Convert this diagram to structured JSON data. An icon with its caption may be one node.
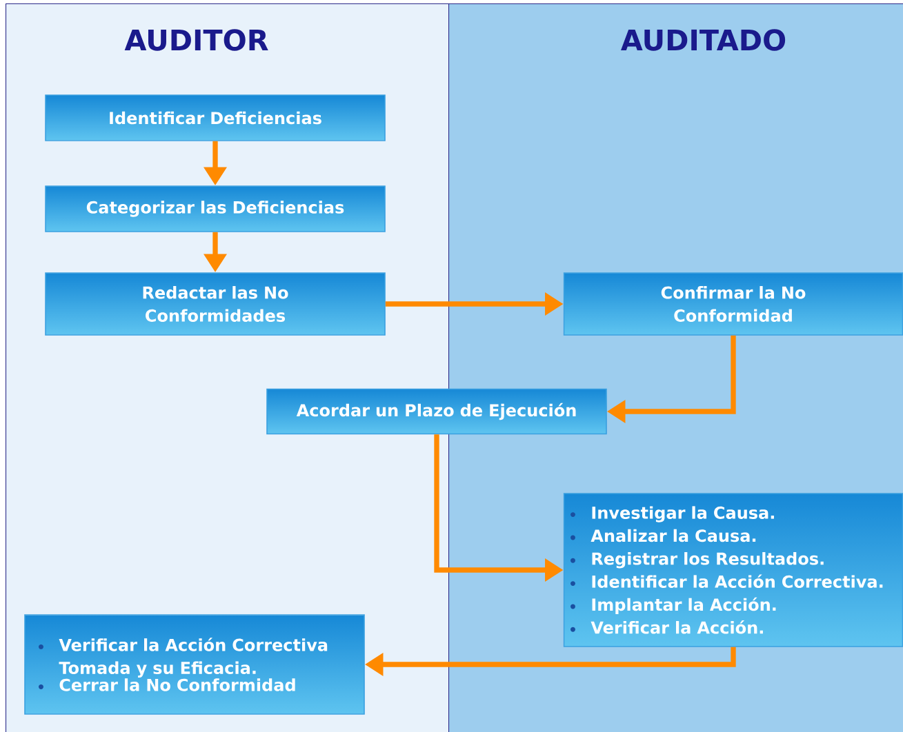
{
  "diagram": {
    "nodes": [
      {
        "text": [
          "AUDITOR"
        ]
      },
      {
        "text": [
          "Identificar Deficiencias"
        ],
        "in": 0
      },
      {
        "text": [
          "Categorizar las Deficiencias"
        ],
        "in": 0
      },
      {
        "text": [
          "Redactar las No Conformidades"
        ],
        "in": 0
      },
      {
        "text": [
          "AUDITADO"
        ]
      },
      {
        "text": [
          "Confirmar la No Conformidad"
        ],
        "in": 4
      },
      {
        "text": [
          "Acordar un Plazo de Ejecución"
        ]
      },
      {
        "text": [
          "Investigar la Causa.",
          "Analizar la Causa.",
          "Registrar los Resultados.",
          "Identificar la Acción Correctiva.",
          "Implantar la Acción.",
          "Verificar la Acción."
        ],
        "in": 4
      },
      {
        "text": [
          "Verificar la Acción Correctiva Tomada y su Eficacia.",
          "Cerrar la No Conformidad"
        ],
        "in": 0
      }
    ],
    "edges": [
      {
        "from": 1,
        "to": 2,
        "arrow": "to"
      },
      {
        "from": 2,
        "to": 3,
        "arrow": "to"
      },
      {
        "from": 3,
        "to": 5,
        "arrow": "to"
      },
      {
        "from": 5,
        "to": 6,
        "arrow": "to"
      },
      {
        "from": 6,
        "to": 7,
        "arrow": "to"
      },
      {
        "from": 7,
        "to": 8,
        "arrow": "to"
      }
    ]
  }
}
